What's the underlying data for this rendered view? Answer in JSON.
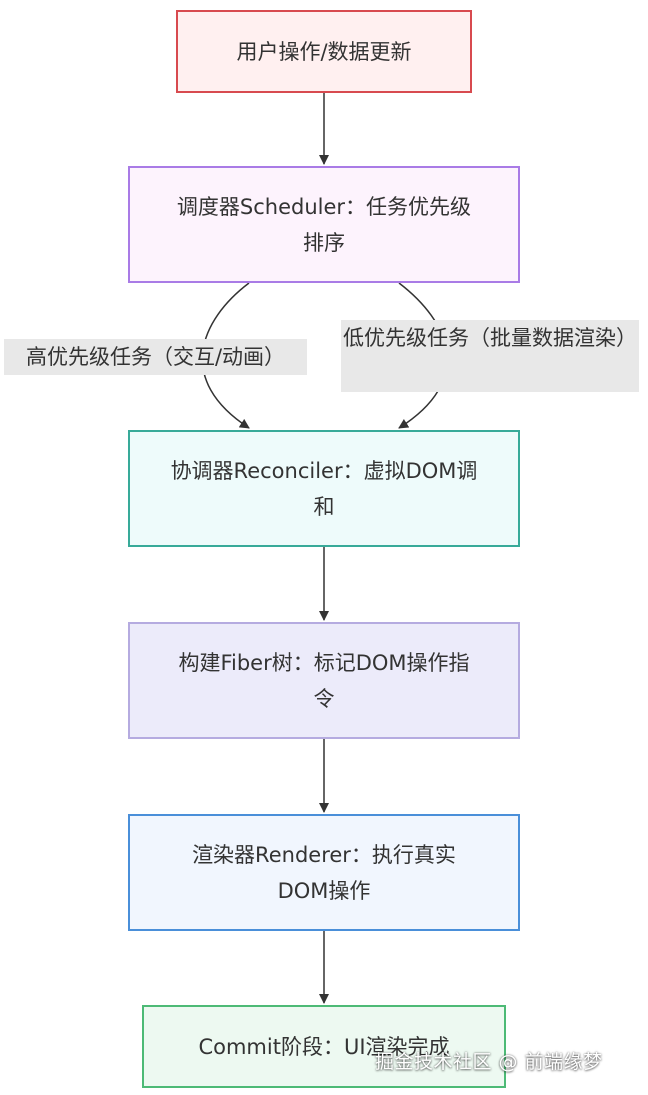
{
  "nodes": {
    "user_input": "用户操作/数据更新",
    "scheduler": "调度器Scheduler：任务优先级排序",
    "reconciler": "协调器Reconciler：虚拟DOM调和",
    "fiber": "构建Fiber树：标记DOM操作指令",
    "renderer": "渲染器Renderer：执行真实DOM操作",
    "commit": "Commit阶段：UI渲染完成"
  },
  "edges": {
    "high_priority": "高优先级任务（交互/动画）",
    "low_priority": "低优先级任务（批量数据渲染）"
  },
  "watermark": "掘金技术社区 @ 前端缘梦",
  "colors": {
    "user_input_border": "#d84a4f",
    "scheduler_border": "#a97be6",
    "reconciler_border": "#38aa99",
    "fiber_border": "#b5abe0",
    "renderer_border": "#4a8fd9",
    "commit_border": "#4dba76",
    "edge": "#333333",
    "edge_label_bg": "#e8e8e8"
  }
}
